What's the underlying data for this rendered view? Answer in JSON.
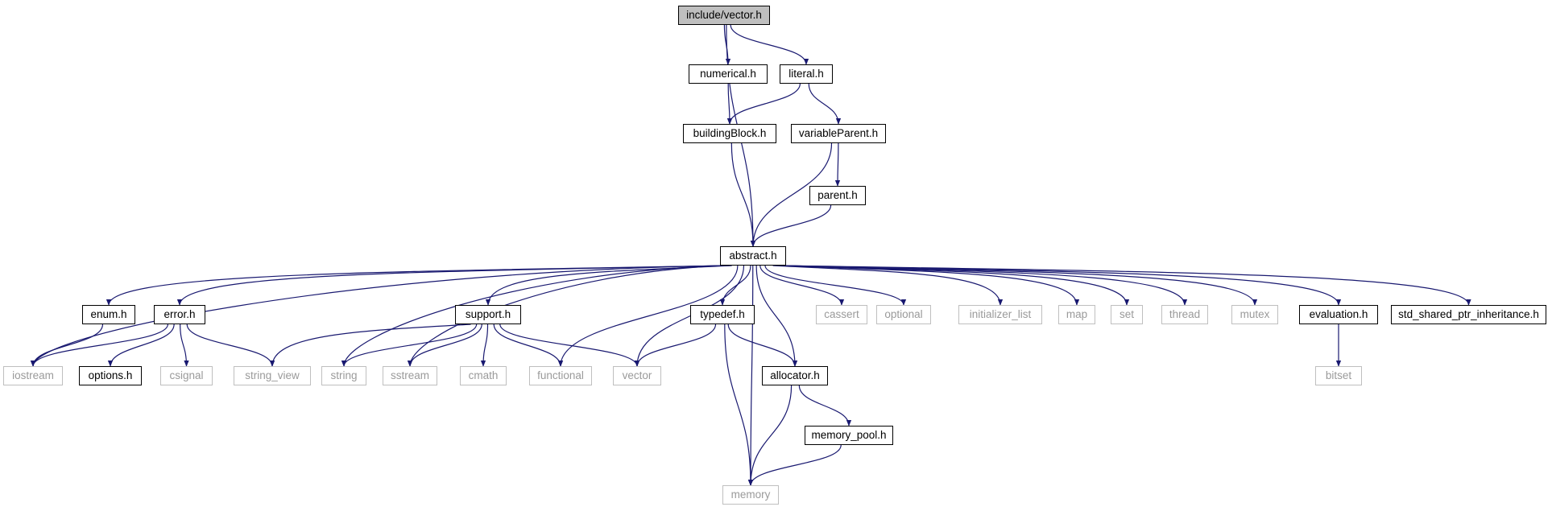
{
  "colors": {
    "edge": "#191970",
    "local_border": "#000000",
    "system_border": "#bfbfbf",
    "system_text": "#9a9a9a",
    "root_fill": "#bfbfbf"
  },
  "nodes": {
    "vector": "include/vector.h",
    "numerical": "numerical.h",
    "literal": "literal.h",
    "buildingBlock": "buildingBlock.h",
    "variableParent": "variableParent.h",
    "parent": "parent.h",
    "abstract": "abstract.h",
    "enum": "enum.h",
    "error": "error.h",
    "support": "support.h",
    "typedef": "typedef.h",
    "cassert": "cassert",
    "optional": "optional",
    "initializer_list": "initializer_list",
    "map": "map",
    "set": "set",
    "thread": "thread",
    "mutex": "mutex",
    "evaluation": "evaluation.h",
    "std_shared_ptr_inheritance": "std_shared_ptr_inheritance.h",
    "iostream": "iostream",
    "options": "options.h",
    "csignal": "csignal",
    "string_view": "string_view",
    "string": "string",
    "sstream": "sstream",
    "cmath": "cmath",
    "functional": "functional",
    "vectorlib": "vector",
    "allocator": "allocator.h",
    "bitset": "bitset",
    "memory_pool": "memory_pool.h",
    "memory": "memory"
  },
  "edges": [
    [
      "vector",
      "abstract"
    ],
    [
      "vector",
      "numerical"
    ],
    [
      "vector",
      "literal"
    ],
    [
      "numerical",
      "buildingBlock"
    ],
    [
      "literal",
      "buildingBlock"
    ],
    [
      "literal",
      "variableParent"
    ],
    [
      "buildingBlock",
      "abstract"
    ],
    [
      "variableParent",
      "abstract"
    ],
    [
      "variableParent",
      "parent"
    ],
    [
      "parent",
      "abstract"
    ],
    [
      "abstract",
      "iostream"
    ],
    [
      "abstract",
      "enum"
    ],
    [
      "abstract",
      "error"
    ],
    [
      "abstract",
      "string"
    ],
    [
      "abstract",
      "sstream"
    ],
    [
      "abstract",
      "support"
    ],
    [
      "abstract",
      "functional"
    ],
    [
      "abstract",
      "vectorlib"
    ],
    [
      "abstract",
      "typedef"
    ],
    [
      "abstract",
      "allocator"
    ],
    [
      "abstract",
      "memory"
    ],
    [
      "abstract",
      "cassert"
    ],
    [
      "abstract",
      "optional"
    ],
    [
      "abstract",
      "initializer_list"
    ],
    [
      "abstract",
      "map"
    ],
    [
      "abstract",
      "set"
    ],
    [
      "abstract",
      "thread"
    ],
    [
      "abstract",
      "mutex"
    ],
    [
      "abstract",
      "evaluation"
    ],
    [
      "abstract",
      "std_shared_ptr_inheritance"
    ],
    [
      "enum",
      "iostream"
    ],
    [
      "error",
      "iostream"
    ],
    [
      "error",
      "options"
    ],
    [
      "error",
      "csignal"
    ],
    [
      "error",
      "string_view"
    ],
    [
      "support",
      "string_view"
    ],
    [
      "support",
      "string"
    ],
    [
      "support",
      "sstream"
    ],
    [
      "support",
      "cmath"
    ],
    [
      "support",
      "functional"
    ],
    [
      "support",
      "vectorlib"
    ],
    [
      "typedef",
      "vectorlib"
    ],
    [
      "typedef",
      "allocator"
    ],
    [
      "typedef",
      "memory"
    ],
    [
      "evaluation",
      "bitset"
    ],
    [
      "allocator",
      "memory"
    ],
    [
      "allocator",
      "memory_pool"
    ],
    [
      "memory_pool",
      "memory"
    ]
  ]
}
